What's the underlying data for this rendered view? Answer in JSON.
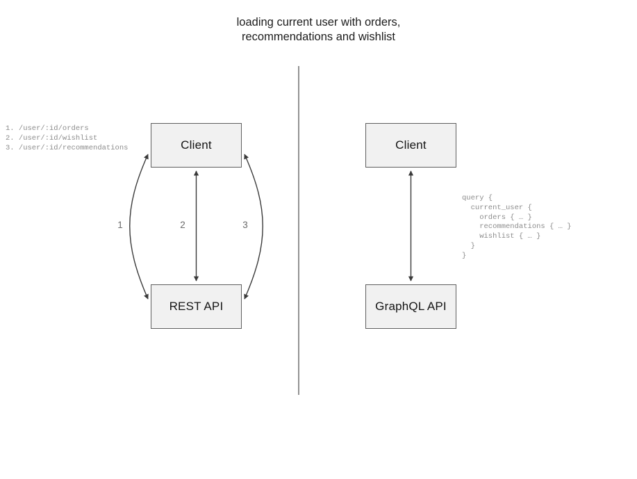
{
  "title": "loading current user with orders,\nrecommendations and wishlist",
  "colors": {
    "box_fill": "#f1f1f1",
    "box_border": "#5e5e5e",
    "stroke": "#3a3a3a",
    "divider": "#6f6f6f",
    "code_text": "#8c8c8c",
    "label_text": "#6a6a6a",
    "title_text": "#1c1c1c"
  },
  "rest_side": {
    "client_label": "Client",
    "api_label": "REST API",
    "edge_labels": [
      "1",
      "2",
      "3"
    ],
    "endpoints": "1. /user/:id/orders\n2. /user/:id/wishlist\n3. /user/:id/recommendations"
  },
  "graphql_side": {
    "client_label": "Client",
    "api_label": "GraphQL API",
    "query": "query {\n  current_user {\n    orders { … }\n    recommendations { … }\n    wishlist { … }\n  }\n}"
  }
}
